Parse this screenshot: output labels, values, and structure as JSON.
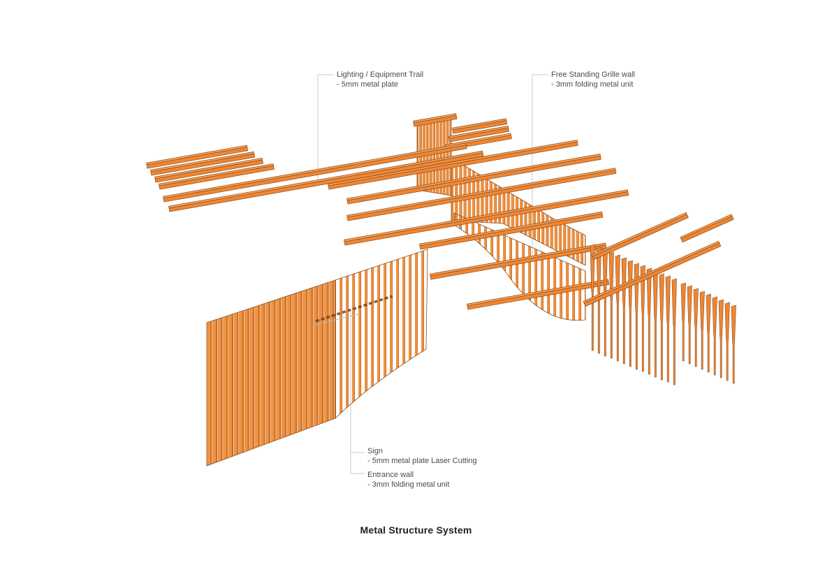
{
  "drawing": {
    "title": "Metal Structure System",
    "labels": {
      "lighting_trail": {
        "title": "Lighting / Equipment Trail",
        "spec": "- 5mm metal plate"
      },
      "grille_wall": {
        "title": "Free Standing Grille wall",
        "spec": "- 3mm folding metal unit"
      },
      "sign": {
        "title": "Sign",
        "spec": "- 5mm metal plate Laser Cutting"
      },
      "entrance_wall": {
        "title": "Entrance wall",
        "spec": "- 3mm folding metal unit"
      }
    },
    "colors": {
      "fin_light": "#F0923F",
      "fin_dark": "#C2641F",
      "beam_side": "#EE8634",
      "beam_top": "#F5A159",
      "outline": "#8C4A16",
      "leader_line": "#C9C9C9",
      "label_text": "#4A4A4A",
      "title_text": "#1F1F1F",
      "background": "#FFFFFF"
    }
  }
}
